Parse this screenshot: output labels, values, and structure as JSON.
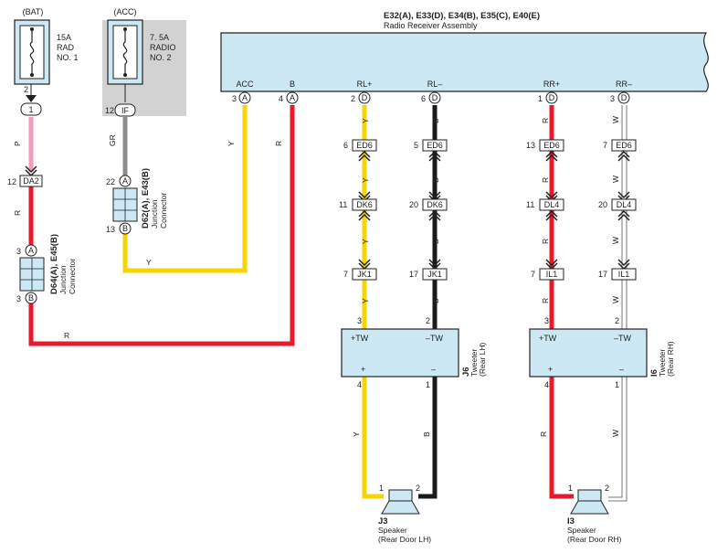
{
  "fuses": {
    "bat": {
      "source": "(BAT)",
      "rating": "15A",
      "name_line1": "RAD",
      "name_line2": "NO. 1",
      "pin": "2",
      "conn": "1"
    },
    "acc": {
      "source": "(ACC)",
      "rating": "7. 5A",
      "name_line1": "RADIO",
      "name_line2": "NO. 2",
      "pin": "12",
      "conn": "IF"
    }
  },
  "receiver": {
    "codes": "E32(A), E33(D), E34(B), E35(C), E40(E)",
    "name": "Radio Receiver Assembly",
    "terminals": [
      {
        "label": "ACC",
        "pin": "3",
        "conn": "A"
      },
      {
        "label": "B",
        "pin": "4",
        "conn": "A"
      },
      {
        "label": "RL+",
        "pin": "2",
        "conn": "D"
      },
      {
        "label": "RL–",
        "pin": "6",
        "conn": "D"
      },
      {
        "label": "RR+",
        "pin": "1",
        "conn": "D"
      },
      {
        "label": "RR–",
        "pin": "3",
        "conn": "D"
      }
    ]
  },
  "junction_d62": {
    "codes": "D62(A), E43(B)",
    "line1": "Junction",
    "line2": "Connector",
    "pin_top": "22",
    "conn_top": "A",
    "pin_bot": "13",
    "conn_bot": "B"
  },
  "junction_d64": {
    "codes": "D64(A), E45(B)",
    "line1": "Junction",
    "line2": "Connector",
    "pin_top": "3",
    "conn_top": "A",
    "pin_bot": "3",
    "conn_bot": "B"
  },
  "da2": {
    "pin": "12",
    "label": "DA2"
  },
  "wire_colors": {
    "p": "P",
    "r": "R",
    "gr": "GR",
    "y": "Y",
    "b": "B",
    "w": "W"
  },
  "connectors": {
    "rlp": [
      {
        "pin": "6",
        "label": "ED6"
      },
      {
        "pin": "11",
        "label": "DK6"
      },
      {
        "pin": "7",
        "label": "JK1"
      }
    ],
    "rlm": [
      {
        "pin": "5",
        "label": "ED6"
      },
      {
        "pin": "20",
        "label": "DK6"
      },
      {
        "pin": "17",
        "label": "JK1"
      }
    ],
    "rrp": [
      {
        "pin": "13",
        "label": "ED6"
      },
      {
        "pin": "11",
        "label": "DL4"
      },
      {
        "pin": "7",
        "label": "IL1"
      }
    ],
    "rrm": [
      {
        "pin": "7",
        "label": "ED6"
      },
      {
        "pin": "20",
        "label": "DL4"
      },
      {
        "pin": "17",
        "label": "IL1"
      }
    ]
  },
  "tweeter_lh": {
    "code": "J6",
    "name": "Tweeter",
    "sub": "(Rear LH)",
    "in_plus": "+TW",
    "in_minus": "–TW",
    "out_plus": "+",
    "out_minus": "–",
    "pin_in_plus": "3",
    "pin_in_minus": "2",
    "pin_out_plus": "4",
    "pin_out_minus": "1"
  },
  "tweeter_rh": {
    "code": "I6",
    "name": "Tweeter",
    "sub": "(Rear RH)",
    "in_plus": "+TW",
    "in_minus": "–TW",
    "out_plus": "+",
    "out_minus": "–",
    "pin_in_plus": "3",
    "pin_in_minus": "2",
    "pin_out_plus": "4",
    "pin_out_minus": "1"
  },
  "speaker_lh": {
    "code": "J3",
    "name": "Speaker",
    "sub": "(Rear Door LH)",
    "pin1": "1",
    "pin2": "2"
  },
  "speaker_rh": {
    "code": "I3",
    "name": "Speaker",
    "sub": "(Rear Door RH)",
    "pin1": "1",
    "pin2": "2"
  },
  "colors": {
    "yellow": "#f7d500",
    "red": "#e8192c",
    "black": "#1a1a1a",
    "pink": "#f29bbd",
    "gray": "#8c8c8c",
    "box": "#cce8f4"
  }
}
